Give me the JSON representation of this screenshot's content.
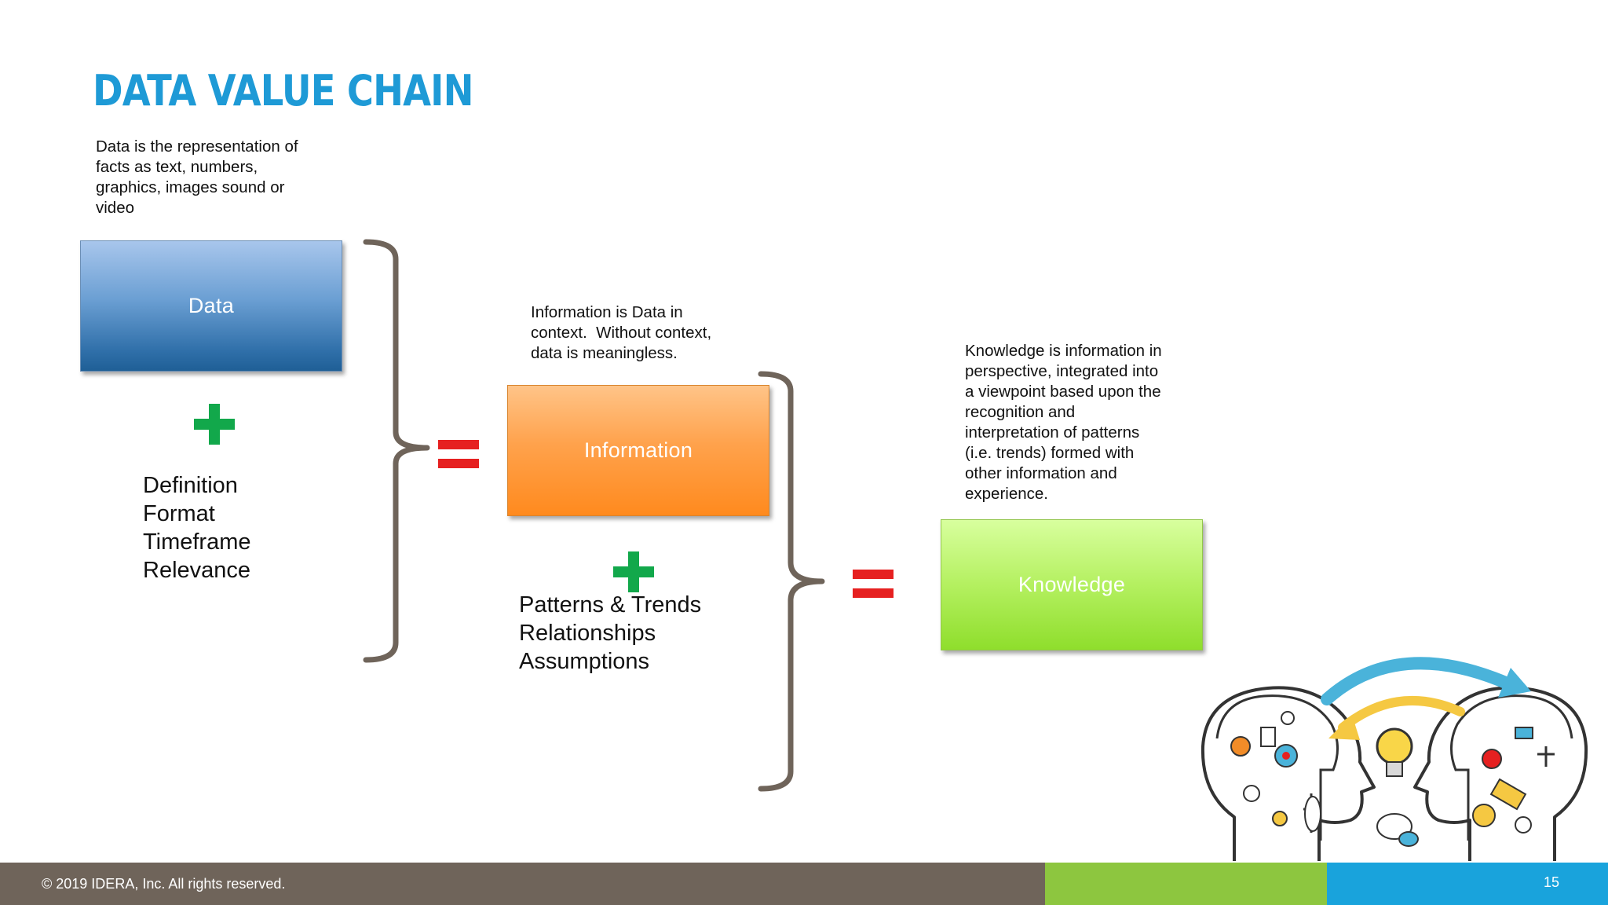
{
  "slide": {
    "title": "DATA VALUE CHAIN",
    "data_note": [
      "Data is the representation of",
      "facts as text, numbers,",
      "graphics, images sound or",
      "video"
    ],
    "data_box": "Data",
    "data_attributes": [
      "Definition",
      "Format",
      "Timeframe",
      "Relevance"
    ],
    "info_note": [
      "Information is Data in",
      "context.  Without context,",
      "data is meaningless."
    ],
    "info_box": "Information",
    "info_attributes": [
      "Patterns & Trends",
      "Relationships",
      "Assumptions"
    ],
    "knowledge_note": [
      "Knowledge is information in",
      "perspective, integrated into",
      "a viewpoint based upon the",
      "recognition and",
      "interpretation of patterns",
      "(i.e. trends) formed with",
      "other information and",
      "experience."
    ],
    "knowledge_box": "Knowledge",
    "plus_symbol": "+",
    "equals_symbol": "="
  },
  "footer": {
    "copyright": "© 2019 IDERA, Inc. All rights reserved.",
    "page_number": "15"
  },
  "colors": {
    "title": "#1e9ad6",
    "plus": "#12a84b",
    "equals": "#e62020",
    "bracket": "#6f645a",
    "footer_gray": "#6f645a",
    "footer_green": "#8dc63f",
    "footer_blue": "#19a3dc"
  },
  "icons": {
    "illustration": "two-heads-exchanging-ideas-icon"
  }
}
